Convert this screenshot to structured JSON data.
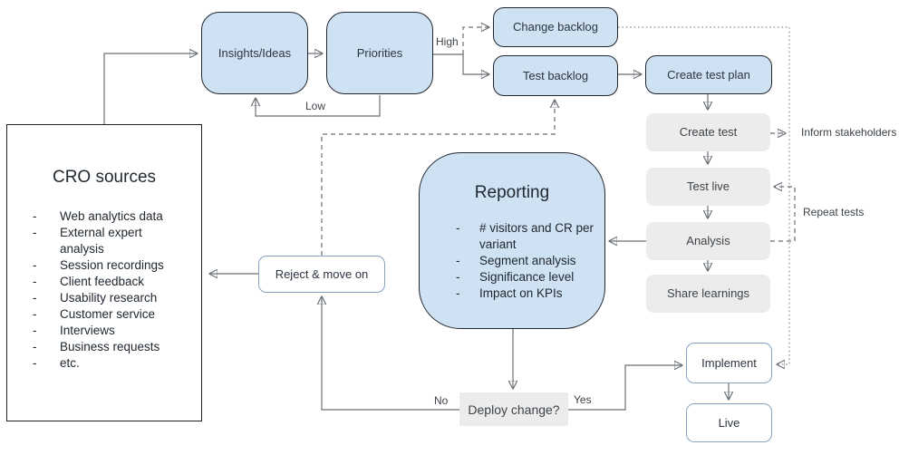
{
  "diagram": {
    "nodes": {
      "cro_sources": {
        "title": "CRO sources",
        "items": [
          "Web analytics data",
          "External expert analysis",
          "Session recordings",
          "Client feedback",
          "Usability research",
          "Customer service",
          "Interviews",
          "Business requests",
          "etc."
        ]
      },
      "insights": {
        "label": "Insights/Ideas"
      },
      "priorities": {
        "label": "Priorities"
      },
      "change_backlog": {
        "label": "Change backlog"
      },
      "test_backlog": {
        "label": "Test backlog"
      },
      "create_test_plan": {
        "label": "Create test plan"
      },
      "create_test": {
        "label": "Create test"
      },
      "test_live": {
        "label": "Test live"
      },
      "analysis": {
        "label": "Analysis"
      },
      "share_learnings": {
        "label": "Share learnings"
      },
      "reporting": {
        "title": "Reporting",
        "items": [
          "# visitors and CR per variant",
          "Segment analysis",
          "Significance level",
          "Impact on KPIs"
        ]
      },
      "reject": {
        "label": "Reject & move on"
      },
      "deploy": {
        "label": "Deploy change?"
      },
      "implement": {
        "label": "Implement"
      },
      "live": {
        "label": "Live"
      }
    },
    "edge_labels": {
      "high": "High",
      "low": "Low",
      "no": "No",
      "yes": "Yes",
      "inform_stakeholders": "Inform stakeholders",
      "repeat_tests": "Repeat tests"
    },
    "colors": {
      "node_blue_fill": "#cfe2f3",
      "node_blue_border": "#20262e",
      "node_gray_fill": "#ececec",
      "node_white_border": "#87a3c0",
      "connector": "#6a6f75",
      "text": "#2b3440"
    }
  }
}
